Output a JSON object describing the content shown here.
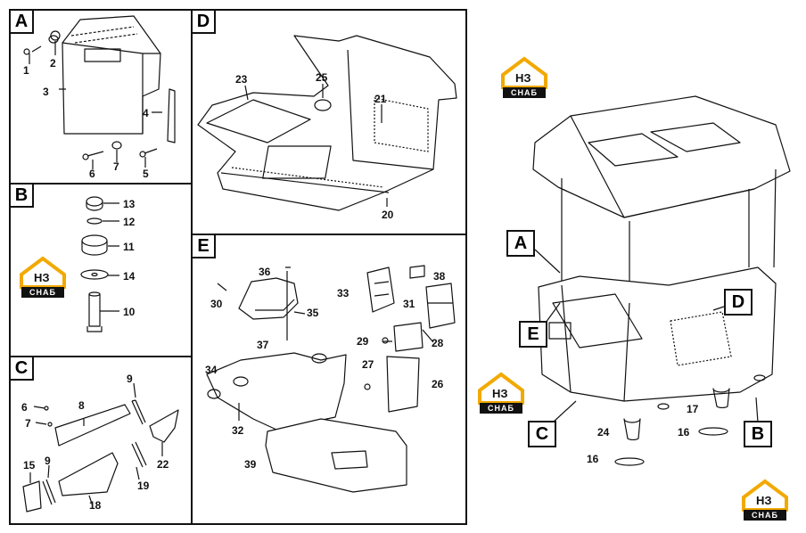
{
  "panels": {
    "A": {
      "label": "A",
      "parts": [
        "1",
        "2",
        "3",
        "4",
        "5",
        "6",
        "7"
      ]
    },
    "B": {
      "label": "B",
      "parts": [
        "13",
        "12",
        "11",
        "14",
        "10"
      ]
    },
    "C": {
      "label": "C",
      "parts": [
        "9",
        "6",
        "8",
        "7",
        "22",
        "15",
        "9",
        "19",
        "18"
      ]
    },
    "D": {
      "label": "D",
      "parts": [
        "23",
        "25",
        "21",
        "20"
      ]
    },
    "E": {
      "label": "E",
      "parts": [
        "36",
        "38",
        "33",
        "31",
        "30",
        "35",
        "29",
        "28",
        "37",
        "27",
        "34",
        "26",
        "32",
        "39"
      ]
    }
  },
  "main_view": {
    "callouts": [
      "A",
      "E",
      "D",
      "C",
      "B"
    ],
    "parts": [
      "17",
      "24",
      "16",
      "16"
    ]
  },
  "watermark": {
    "top_text": "НЗ",
    "band_text": "СНАБ"
  },
  "colors": {
    "line": "#111111",
    "logo_roof": "#f2a900",
    "background": "#ffffff"
  }
}
